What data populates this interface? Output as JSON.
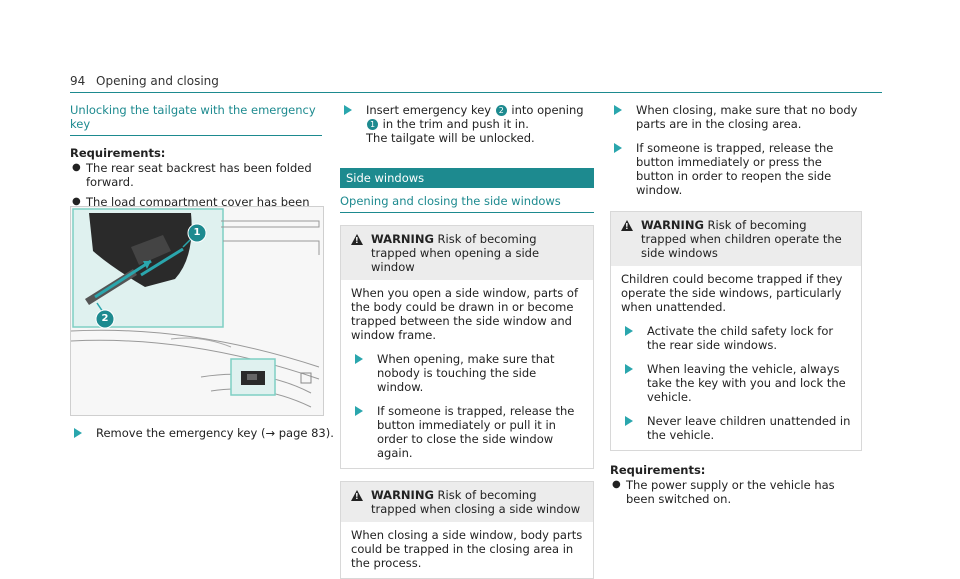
{
  "header": {
    "page_number": "94",
    "page_title": "Opening and closing"
  },
  "col1": {
    "section_title": "Unlocking the tailgate with the emergency key",
    "requirements_label": "Requirements:",
    "requirements": [
      "The rear seat backrest has been folded forward.",
      "The load compartment cover has been removed."
    ],
    "figure_callouts": [
      "1",
      "2"
    ],
    "step_text": "Remove the emergency key (→ page 83)."
  },
  "col2": {
    "step1_part1": "Insert emergency key",
    "step1_num2": "2",
    "step1_part2": "into opening",
    "step1_num1": "1",
    "step1_part3": "in the trim and push it in.",
    "step1_result": "The tailgate will be unlocked.",
    "banner": "Side windows",
    "section_title": "Opening and closing the side windows",
    "warning1": {
      "label": "WARNING",
      "title": "Risk of becoming trapped when opening a side window",
      "body": "When you open a side window, parts of the body could be drawn in or become trapped between the side window and window frame.",
      "steps": [
        "When opening, make sure that nobody is touching the side window.",
        "If someone is trapped, release the button immediately or pull it in order to close the side window again."
      ]
    },
    "warning2": {
      "label": "WARNING",
      "title": "Risk of becoming trapped when closing a side window",
      "body": "When closing a side window, body parts could be trapped in the closing area in the process."
    }
  },
  "col3": {
    "steps_top": [
      "When closing, make sure that no body parts are in the closing area.",
      "If someone is trapped, release the button immediately or press the button in order to reopen the side window."
    ],
    "warning3": {
      "label": "WARNING",
      "title": "Risk of becoming trapped when children operate the side windows",
      "body": "Children could become trapped if they operate the side windows, particularly when unattended.",
      "steps": [
        "Activate the child safety lock for the rear side windows.",
        "When leaving the vehicle, always take the key with you and lock the vehicle.",
        "Never leave children unattended in the vehicle."
      ]
    },
    "requirements_label": "Requirements:",
    "requirements": [
      "The power supply or the vehicle has been switched on."
    ]
  },
  "colors": {
    "accent": "#1d8a8f",
    "arrow": "#2aa6ad",
    "warning_bg": "#ececec"
  }
}
